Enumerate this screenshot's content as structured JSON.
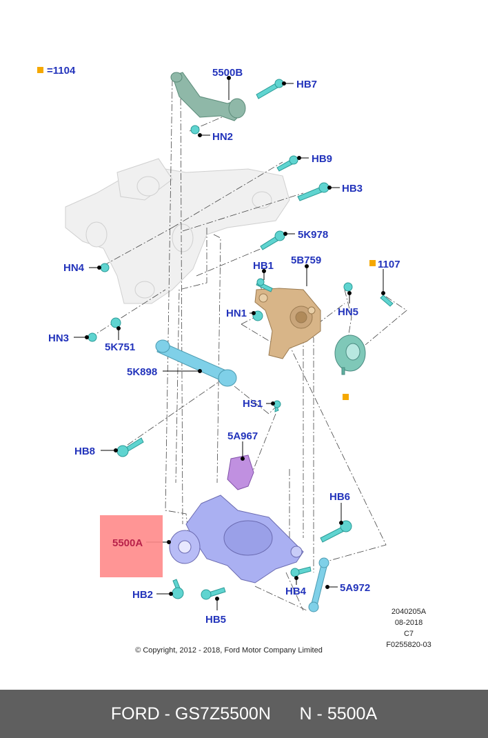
{
  "legend": {
    "text": "=1104",
    "color": "#f5a800"
  },
  "parts": {
    "p5500B": "5500B",
    "HB7": "HB7",
    "HN2": "HN2",
    "HB9": "HB9",
    "HB3": "HB3",
    "p5K978": "5K978",
    "HB1": "HB1",
    "p5B759": "5B759",
    "p1107": "1107",
    "HN4": "HN4",
    "HN1": "HN1",
    "HN5": "HN5",
    "HN3": "HN3",
    "p5K751": "5K751",
    "p5K898": "5K898",
    "HS1": "HS1",
    "p5A967": "5A967",
    "HB8": "HB8",
    "HB6": "HB6",
    "p5500A": "5500A",
    "HB2": "HB2",
    "HB4": "HB4",
    "p5A972": "5A972",
    "HB5": "HB5"
  },
  "highlight": {
    "part": "5500A",
    "color": "#ff8a8a"
  },
  "meta": {
    "line1": "2040205A",
    "line2": "08-2018",
    "line3": "C7",
    "line4": "F0255820-03"
  },
  "copyright": "© Copyright, 2012 - 2018, Ford Motor Company Limited",
  "footer": {
    "text": "FORD - GS7Z5500N      N - 5500A"
  },
  "colors": {
    "label": "#2233bb",
    "fastener": "#5fd4d0",
    "knuckle": "#c9a57a",
    "arm": "#8fb8a8",
    "lower_arm": "#a8a8f0",
    "bracket": "#b080d8",
    "footer_bg": "#5f5f5f"
  }
}
